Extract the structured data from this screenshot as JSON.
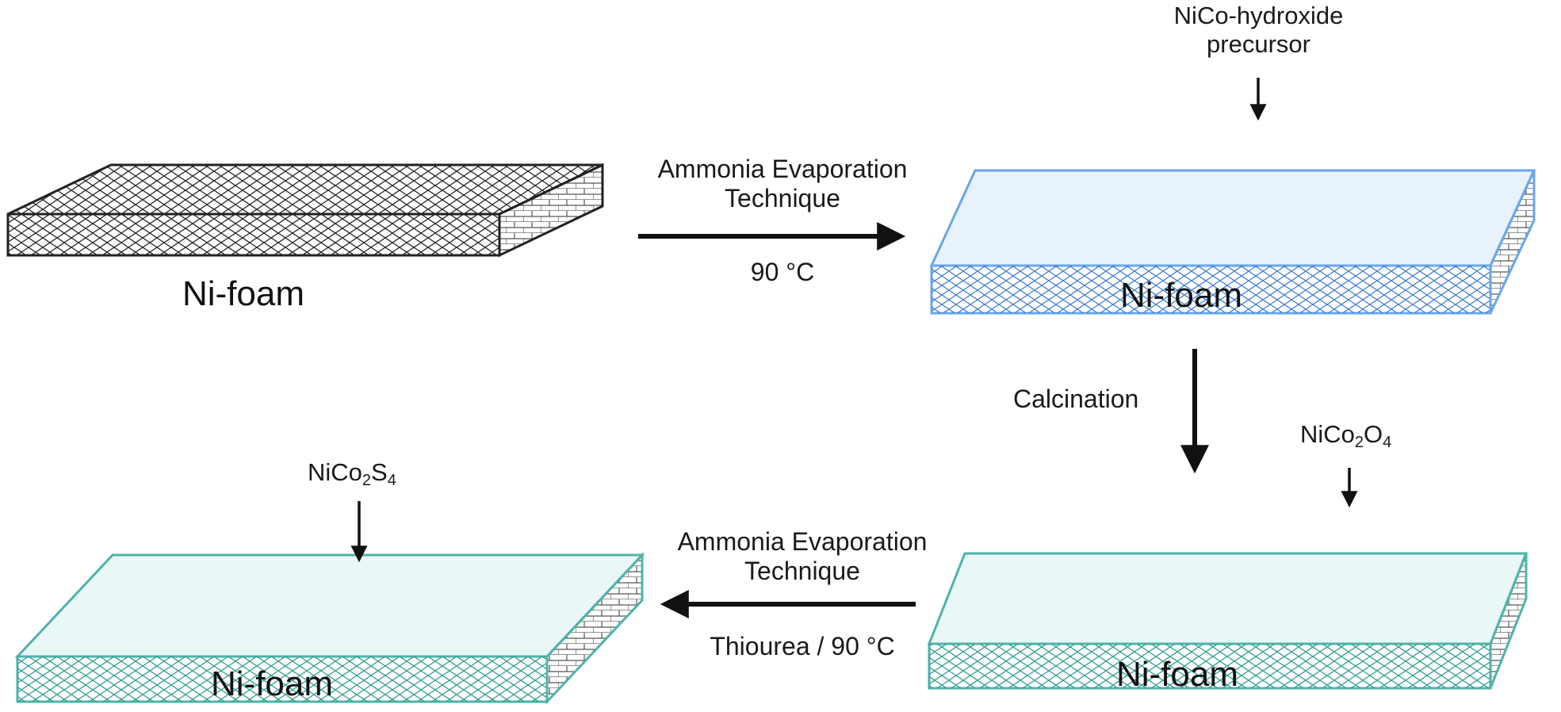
{
  "substrate_label": "Ni-foam",
  "step1": {
    "line1": "Ammonia Evaporation",
    "line2": "Technique",
    "condition": "90 °C"
  },
  "step2": {
    "label": "Calcination"
  },
  "step3": {
    "line1": "Ammonia Evaporation",
    "line2": "Technique",
    "condition": "Thiourea / 90 °C"
  },
  "precursor": {
    "line1": "NiCo-hydroxide",
    "line2": "precursor"
  },
  "oxide": {
    "prefix": "NiCo",
    "sub1": "2",
    "mid": "O",
    "sub2": "4"
  },
  "sulfide": {
    "prefix": "NiCo",
    "sub1": "2",
    "mid": "S",
    "sub2": "4"
  },
  "colors": {
    "plain_outline": "#222222",
    "hydroxide_sheet": "#5b9be0",
    "hydroxide_base": "#6aa6e8",
    "oxide_sheet": "#7fd3cf",
    "oxide_base": "#4fb3aa",
    "sulfide_particle": "#f08a4b",
    "arrow": "#111111"
  }
}
